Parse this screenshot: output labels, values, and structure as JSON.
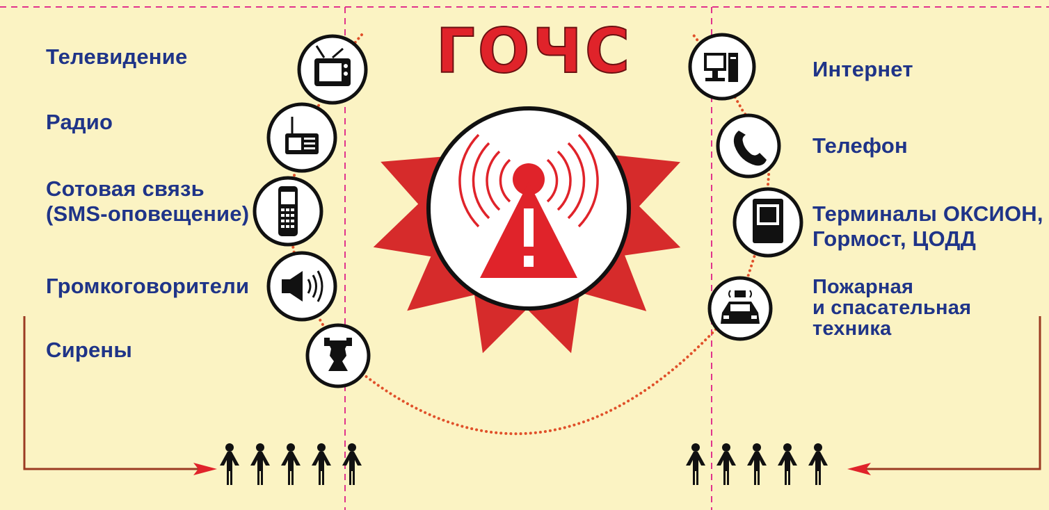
{
  "title": "ГОЧС",
  "colors": {
    "background": "#fbf3c3",
    "text": "#1f3488",
    "accent_red": "#e0232a",
    "arrow_red": "#d62b2b",
    "guide_magenta": "#e0338c",
    "dotted_line": "#e0502a",
    "flow_arrow": "#9b3a22",
    "icon_black": "#111111"
  },
  "left_channels": [
    {
      "lines": [
        "Телевидение"
      ],
      "icon": "tv-icon"
    },
    {
      "lines": [
        "Радио"
      ],
      "icon": "radio-icon"
    },
    {
      "lines": [
        "Сотовая связь",
        "(SMS-оповещение)"
      ],
      "icon": "mobile-phone-icon"
    },
    {
      "lines": [
        "Громкоговорители"
      ],
      "icon": "speaker-icon"
    },
    {
      "lines": [
        "Сирены"
      ],
      "icon": "siren-icon"
    }
  ],
  "right_channels": [
    {
      "lines": [
        "Интернет"
      ],
      "icon": "computer-icon"
    },
    {
      "lines": [
        "Телефон"
      ],
      "icon": "phone-handset-icon"
    },
    {
      "lines": [
        "Терминалы ОКСИОН,",
        "Гормост, ЦОДД"
      ],
      "icon": "terminal-icon"
    },
    {
      "lines": [
        "Пожарная",
        "и спасательная",
        "техника"
      ],
      "icon": "emergency-vehicle-icon"
    }
  ],
  "center_icon": "alarm-tower-icon",
  "people_icon": "population-group-icon"
}
